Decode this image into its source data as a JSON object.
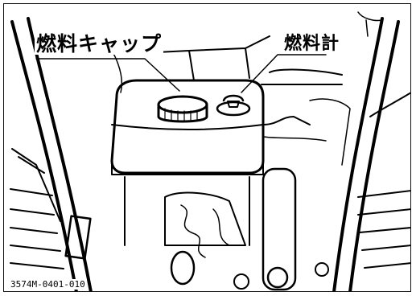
{
  "labels": {
    "fuel_cap": "燃料キャップ",
    "fuel_gauge": "燃料計",
    "figure_code": "3574M-0401-010"
  },
  "figure_top_marks": "\\ I",
  "colors": {
    "ink": "#000000",
    "paper": "#ffffff"
  }
}
